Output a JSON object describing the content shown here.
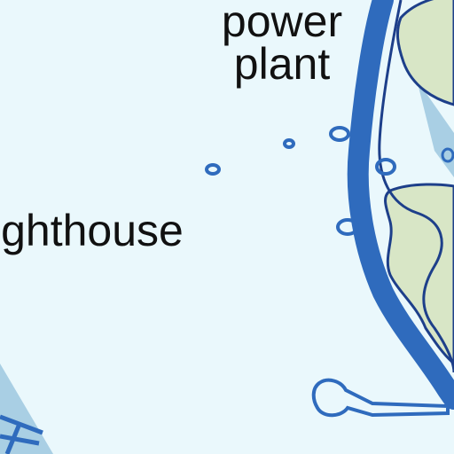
{
  "labels": {
    "power_plant_line1": "power",
    "power_plant_line2": "plant",
    "lighthouse": "ighthouse"
  },
  "colors": {
    "water": "#eaf8fc",
    "land": "#d8e6c6",
    "coast_band": "#2f6bbd",
    "coast_line": "#1d3f8a",
    "shallow": "#a9cfe4",
    "text": "#111111"
  }
}
